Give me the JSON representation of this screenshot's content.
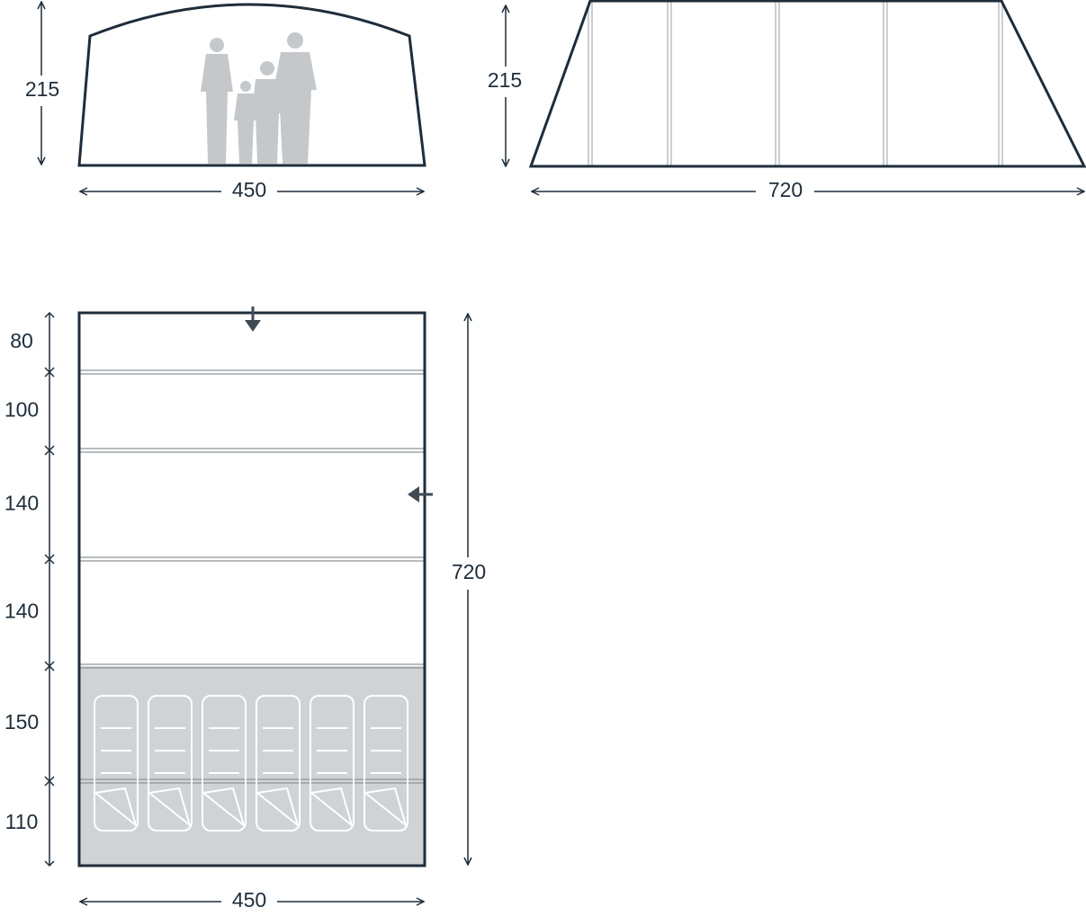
{
  "colors": {
    "line": "#1f2d3a",
    "floor": "#d0d3d6",
    "pole": "#a9adb1",
    "silhouette": "#c5c8cb"
  },
  "front_view": {
    "height_label": "215",
    "width_label": "450"
  },
  "side_view": {
    "height_label": "215",
    "width_label": "720"
  },
  "plan_view": {
    "section_labels": [
      "80",
      "100",
      "140",
      "140",
      "150",
      "110"
    ],
    "length_label": "720",
    "width_label": "450",
    "bed_count": 6
  }
}
